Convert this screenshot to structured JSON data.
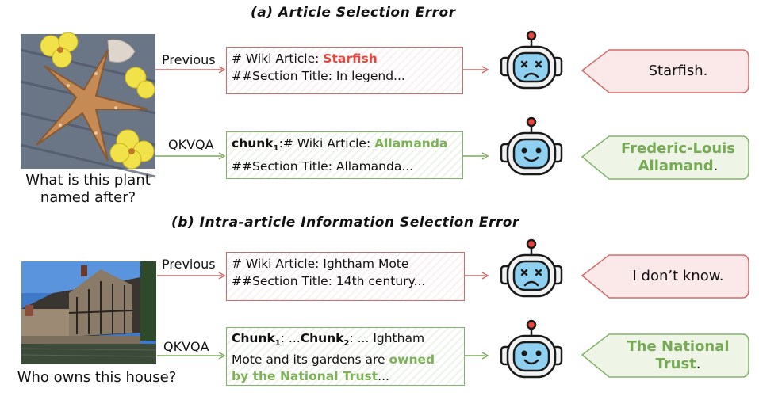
{
  "panel_a": {
    "title": "(a) Article Selection Error",
    "question": "What is this plant named after?",
    "previous_label": "Previous",
    "qkvqa_label": "QKVQA",
    "previous_box": {
      "line1_prefix": "# Wiki Article: ",
      "line1_highlight": "Starfish",
      "line2": "##Section Title: In legend..."
    },
    "qkvqa_box": {
      "chunk_word": "chunk",
      "chunk_sub": "1",
      "line1_prefix": ":# Wiki Article: ",
      "line1_highlight": "Allamanda",
      "line2": "##Section Title: Allamanda..."
    },
    "previous_answer": "Starfish.",
    "qkvqa_answer_line1": "Frederic-Louis",
    "qkvqa_answer_line2": "Allamand",
    "qkvqa_answer_period": "."
  },
  "panel_b": {
    "title": "(b) Intra-article Information Selection Error",
    "question": "Who owns this house?",
    "previous_label": "Previous",
    "qkvqa_label": "QKVQA",
    "previous_box": {
      "line1": "# Wiki Article: Ightham Mote",
      "line2": "##Section Title: 14th century..."
    },
    "qkvqa_box": {
      "chunk1_word": "Chunk",
      "chunk1_sub": "1",
      "sep1": ": ...",
      "chunk2_word": "Chunk",
      "chunk2_sub": "2",
      "line1_rest": ": ... Ightham",
      "line2_prefix": "Mote and its gardens are ",
      "line2_highlight": "owned",
      "line3_highlight": "by the National Trust",
      "line3_suffix": "..."
    },
    "previous_answer": "I don’t know.",
    "qkvqa_answer_line1": "The National",
    "qkvqa_answer_line2": "Trust",
    "qkvqa_answer_period": "."
  },
  "colors": {
    "error_red": "#e8453c",
    "correct_green": "#7fb05a",
    "red_border": "#d36b6b",
    "green_border": "#82b36b",
    "robot_face": "#8fd0f0",
    "robot_body": "#f2f2f2"
  },
  "icons": [
    "starfish-flower-photo",
    "house-photo",
    "robot-sad-icon",
    "robot-happy-icon",
    "speech-bubble"
  ]
}
